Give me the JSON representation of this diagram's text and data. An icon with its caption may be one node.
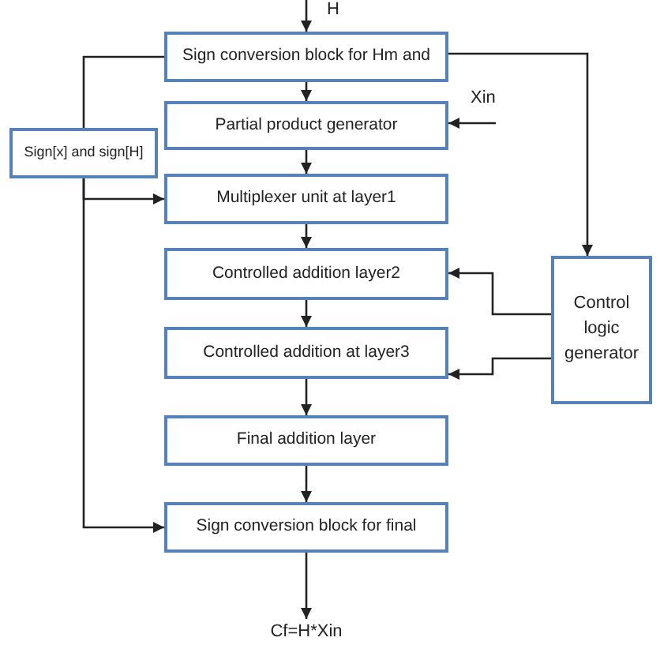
{
  "diagram": {
    "nodes": [
      {
        "text": [
          "Sign conversion block for Hm and"
        ]
      },
      {
        "text": [
          "Partial product generator"
        ]
      },
      {
        "text": [
          "Sign[x] and sign[H]"
        ]
      },
      {
        "text": [
          "Multiplexer unit at layer1"
        ]
      },
      {
        "text": [
          "Controlled addition layer2"
        ]
      },
      {
        "text": [
          "Control logic generator"
        ]
      },
      {
        "text": [
          "Controlled addition at layer3"
        ]
      },
      {
        "text": [
          "Final addition layer"
        ]
      },
      {
        "text": [
          "Sign conversion block for final"
        ]
      },
      {
        "text": [
          "Cf=H*Xin"
        ]
      }
    ],
    "edges": [
      {
        "from": null,
        "to": 0,
        "arrow": "to",
        "label": "H"
      },
      {
        "from": 0,
        "to": 1,
        "arrow": "to"
      },
      {
        "from": null,
        "to": 1,
        "arrow": "to",
        "label": "Xin"
      },
      {
        "from": 0,
        "to": 2,
        "arrow": "none"
      },
      {
        "from": 0,
        "to": 5,
        "arrow": "to"
      },
      {
        "from": 1,
        "to": 3,
        "arrow": "to"
      },
      {
        "from": 2,
        "to": 3,
        "arrow": "to"
      },
      {
        "from": 2,
        "to": 8,
        "arrow": "to"
      },
      {
        "from": 3,
        "to": 4,
        "arrow": "to"
      },
      {
        "from": 4,
        "to": 6,
        "arrow": "to"
      },
      {
        "from": 5,
        "to": 4,
        "arrow": "to"
      },
      {
        "from": 5,
        "to": 6,
        "arrow": "to"
      },
      {
        "from": 6,
        "to": 7,
        "arrow": "to"
      },
      {
        "from": 7,
        "to": 8,
        "arrow": "to"
      },
      {
        "from": 8,
        "to": 9,
        "arrow": "to"
      }
    ]
  }
}
